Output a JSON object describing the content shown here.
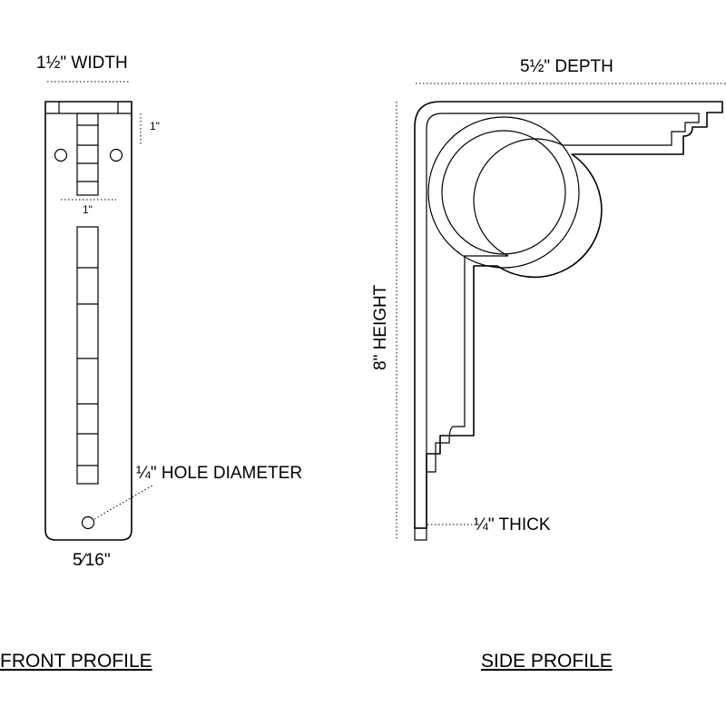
{
  "front": {
    "width_label": "1½\" WIDTH",
    "spacing_label_upper": "1\"",
    "spacing_label_mid": "1\"",
    "hole_label": "¼\" HOLE DIAMETER",
    "hole_offset_label": "5⁄16\"",
    "profile_label": "FRONT PROFILE"
  },
  "side": {
    "depth_label": "5½\" DEPTH",
    "height_label": "8\" HEIGHT",
    "thick_label": "¼\" THICK",
    "profile_label": "SIDE PROFILE"
  },
  "colors": {
    "line": "#000000",
    "background": "#ffffff"
  }
}
